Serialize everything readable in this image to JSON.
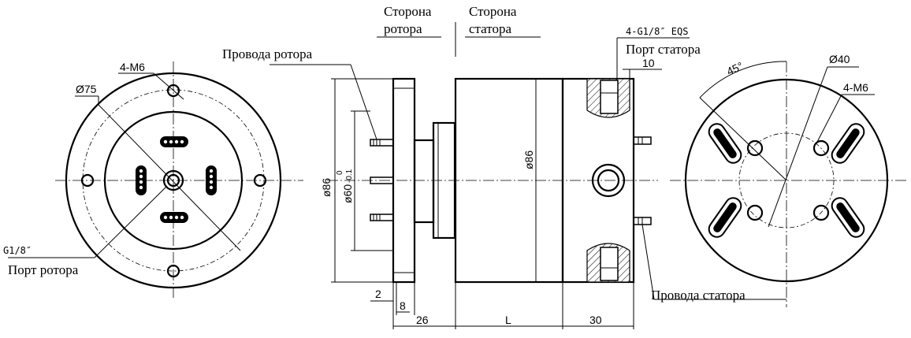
{
  "labels": {
    "rotor_side_line1": "Сторона",
    "rotor_side_line2": "ротора",
    "stator_side_line1": "Сторона",
    "stator_side_line2": "статора",
    "rotor_wires": "Провода ротора",
    "stator_port": "Порт статора",
    "stator_port_spec": "4-G1/8″ EQS",
    "rotor_port": "Порт ротора",
    "rotor_port_spec": "G1/8″",
    "stator_wires": "Провода статора"
  },
  "dimensions": {
    "left_holes": "4-M6",
    "left_dia": "Ø75",
    "right_holes": "4-M6",
    "right_dia": "Ø40",
    "angle": "45°",
    "outer_dia": "ø86",
    "shaft_dia": "ø60",
    "shaft_tol_upper": "0",
    "shaft_tol_lower": "-0.1",
    "body_dia": "ø86",
    "dim_10": "10",
    "dim_2": "2",
    "dim_8": "8",
    "dim_26": "26",
    "dim_L": "L",
    "dim_30": "30"
  }
}
